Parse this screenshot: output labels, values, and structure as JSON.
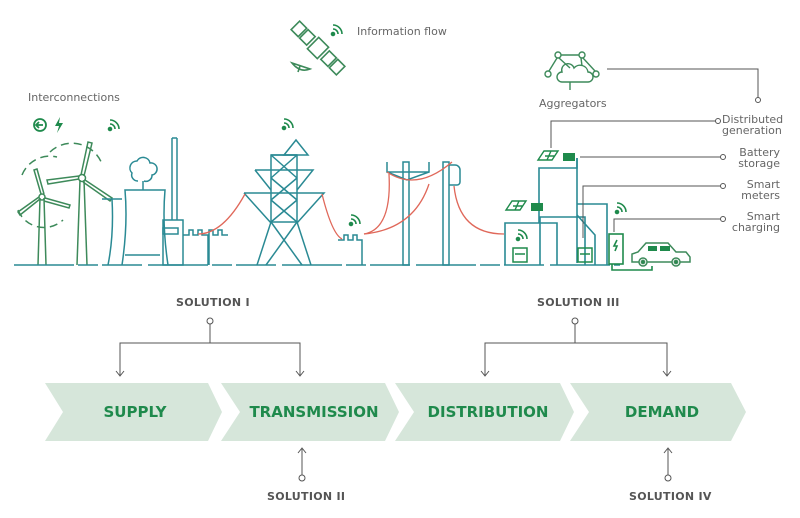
{
  "labels": {
    "information_flow": "Information flow",
    "interconnections": "Interconnections",
    "aggregators": "Aggregators",
    "distributed_generation": [
      "Distributed",
      "generation"
    ],
    "battery_storage": [
      "Battery",
      "storage"
    ],
    "smart_meters": [
      "Smart",
      "meters"
    ],
    "smart_charging": [
      "Smart",
      "charging"
    ]
  },
  "solutions": {
    "s1": "SOLUTION I",
    "s2": "SOLUTION II",
    "s3": "SOLUTION III",
    "s4": "SOLUTION IV"
  },
  "stages": [
    "SUPPLY",
    "TRANSMISSION",
    "DISTRIBUTION",
    "DEMAND"
  ],
  "colors": {
    "stage_fill": "#d6e6da",
    "stage_text": "#1f8a4c",
    "structure_stroke": "#2a8a94",
    "renewable_stroke": "#3d8a5a",
    "power_line": "#e0685a",
    "accent_green": "#1f8a4c",
    "connector": "#555555"
  }
}
